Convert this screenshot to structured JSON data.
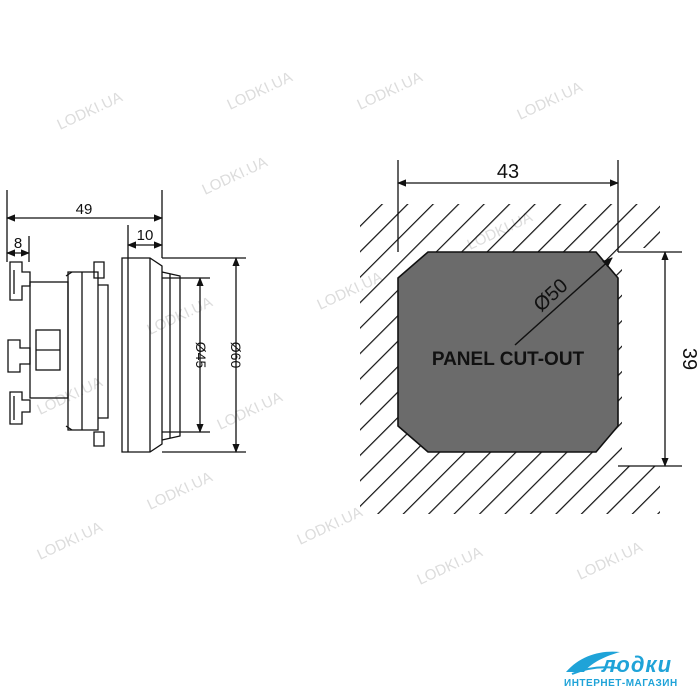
{
  "side_view": {
    "dim_overall_length": "49",
    "dim_terminal_length": "8",
    "dim_bezel_depth": "10",
    "dim_inner_diameter": "Ø45",
    "dim_outer_diameter": "Ø60"
  },
  "cutout": {
    "dim_width": "43",
    "dim_height": "39",
    "dim_diameter": "Ø50",
    "label": "PANEL CUT-OUT"
  },
  "watermark": {
    "text": "LODKI.UA"
  },
  "logo": {
    "name": "лодки",
    "tagline": "ИНТЕРНЕТ-МАГАЗИН"
  },
  "colors": {
    "cutout_fill": "#6b6b6b",
    "line": "#111111",
    "logo": "#1fa3d8",
    "watermark": "#dddddd"
  }
}
